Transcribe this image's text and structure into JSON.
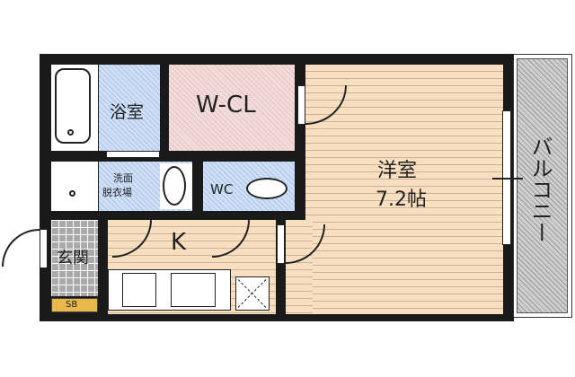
{
  "rooms": {
    "bath": "浴室",
    "walk_in_closet": "W-CL",
    "washroom_line1": "洗面",
    "washroom_line2": "脱衣場",
    "toilet": "WC",
    "kitchen": "K",
    "entrance": "玄関",
    "shoe_box": "SB",
    "western_room": "洋室",
    "western_room_size": "7.2帖",
    "balcony": "バルコニー"
  },
  "colors": {
    "floor": "#f7dfc0",
    "wet_area": "#cfe0f7",
    "closet": "#f3dcdc",
    "shoe_box": "#e8b94a"
  }
}
